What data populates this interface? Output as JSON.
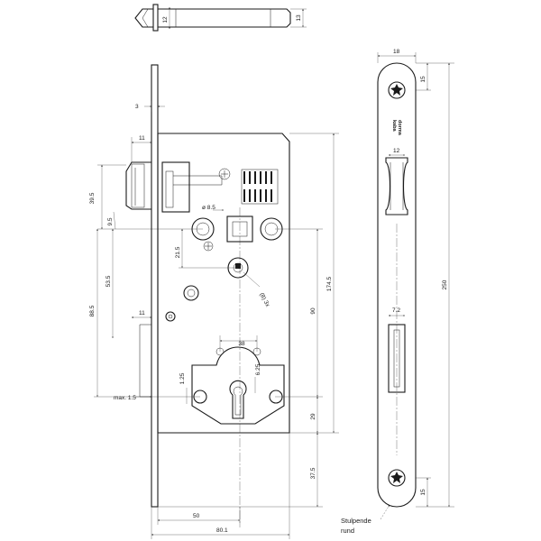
{
  "dimensions": {
    "top_12": "12",
    "top_13": "13",
    "d18": "18",
    "d15_top": "15",
    "d3": "3",
    "d11_top": "11",
    "d39_5": "39.5",
    "d9_5": "9.5",
    "d8_5": "ø 8.5",
    "d21_5": "21.5",
    "d53_5": "53.5",
    "d174_5": "174.5",
    "d88_5": "88.5",
    "d11_mid": "11",
    "d90": "90",
    "d38": "38",
    "d1_25": "1.25",
    "d6_25": "6.25",
    "max_1_5": "max. 1.5",
    "d29": "29",
    "d37_5": "37.5",
    "d50": "50",
    "d80_1": "80.1",
    "d12_side": "12",
    "d7_2": "7.2",
    "d250": "250",
    "d15_bot": "15",
    "d8_3x": "(8) 3x"
  },
  "brand": {
    "line1": "dorma",
    "line2": "kaba"
  },
  "annotation": {
    "line1": "Stulpende",
    "line2": "rund"
  }
}
